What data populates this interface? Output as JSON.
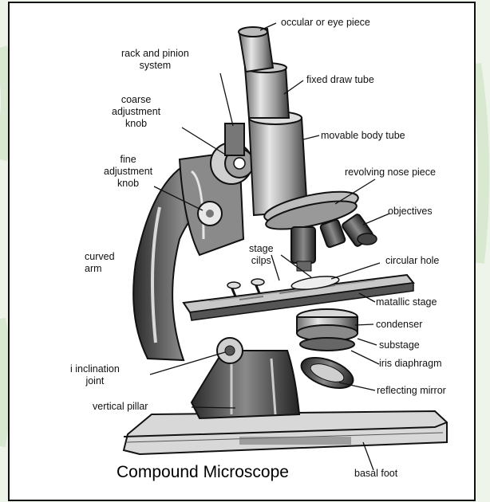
{
  "caption": "Compound Microscope",
  "labels": {
    "eyepiece": "occular or eye piece",
    "rack_pinion": "rack and pinion\nsystem",
    "fixed_draw_tube": "fixed draw tube",
    "coarse_knob": "coarse\nadjustment\nknob",
    "movable_body_tube": "movable body tube",
    "fine_knob": "fine\nadjustment\nknob",
    "revolving_nose": "revolving nose piece",
    "objectives": "objectives",
    "curved_arm": "curved\narm",
    "stage_clips": "stage\ncilps",
    "circular_hole": "circular hole",
    "mechanical_stage": "matallic stage",
    "condenser": "condenser",
    "substage": "substage",
    "iris_diaphragm": "iris diaphragm",
    "inclination_joint": "i inclination\njoint",
    "reflecting_mirror": "reflecting mirror",
    "vertical_pillar": "vertical pillar",
    "basal_foot": "basal foot"
  }
}
